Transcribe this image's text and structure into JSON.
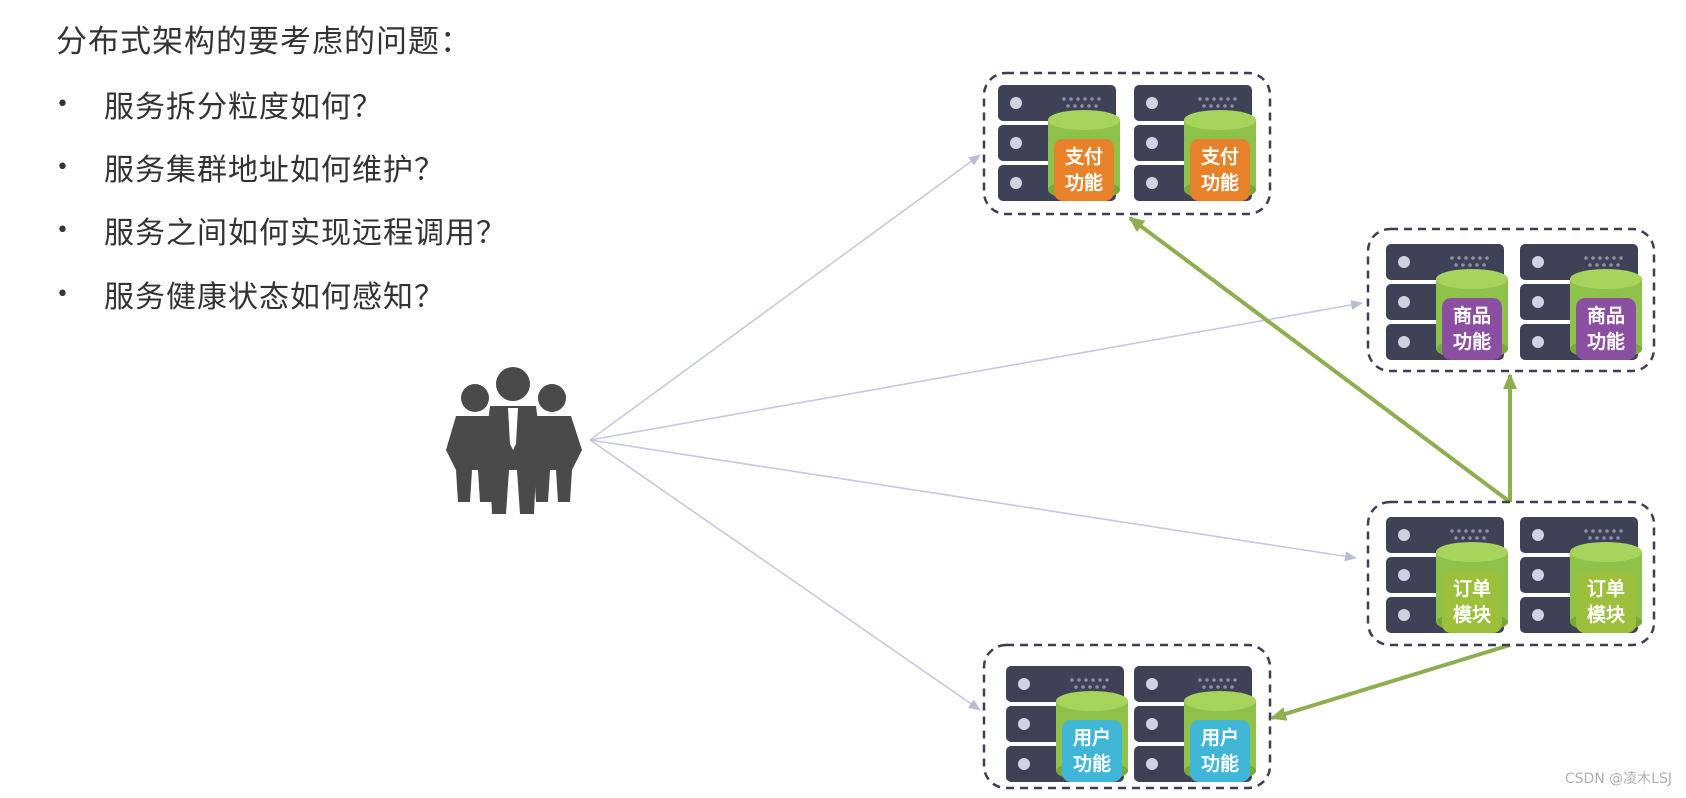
{
  "heading": "分布式架构的要考虑的问题：",
  "bullet_symbol": "•",
  "questions": [
    "服务拆分粒度如何？",
    "服务集群地址如何维护？",
    "服务之间如何实现远程调用？",
    "服务健康状态如何感知？"
  ],
  "clusters": {
    "payment": {
      "line1": "支付",
      "line2": "功能",
      "color": "#e8822a"
    },
    "product": {
      "line1": "商品",
      "line2": "功能",
      "color": "#8a4fa0"
    },
    "order": {
      "line1": "订单",
      "line2": "模块",
      "color": "#9cbf3c"
    },
    "user": {
      "line1": "用户",
      "line2": "功能",
      "color": "#3fb6d6"
    }
  },
  "colors": {
    "server": "#3f4257",
    "cylinder_top": "#8fc24a",
    "client_arrow": "#c5c9dc",
    "service_arrow": "#8fae4f",
    "people": "#4a4a4a"
  },
  "watermark": "CSDN @凌木LSJ"
}
